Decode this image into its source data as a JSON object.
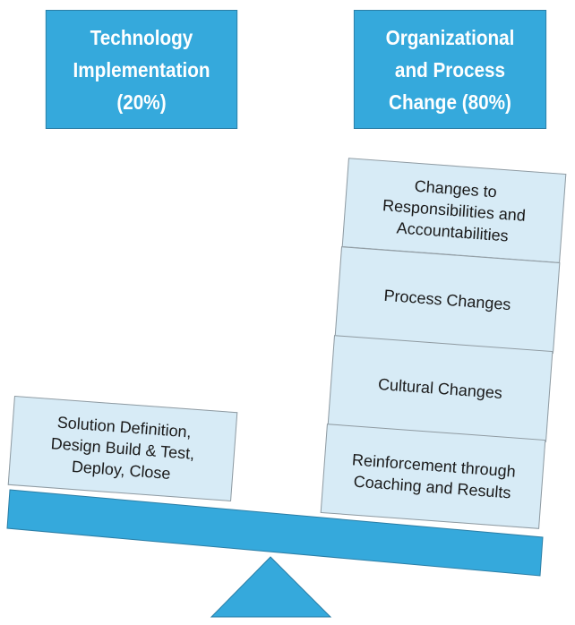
{
  "headers": {
    "left": "Technology\nImplementation\n(20%)",
    "right": "Organizational\nand Process\nChange (80%)"
  },
  "left_stack": [
    "Solution Definition,\nDesign Build & Test,\nDeploy, Close"
  ],
  "right_stack": [
    "Changes to\nResponsibilities and\nAccountabilities",
    "Process Changes",
    "Cultural Changes",
    "Reinforcement through\nCoaching and Results"
  ],
  "colors": {
    "header_fill": "#35a9dc",
    "card_fill": "#d7ebf6",
    "beam_fill": "#35a9dc",
    "fulcrum_fill": "#35a9dc"
  }
}
